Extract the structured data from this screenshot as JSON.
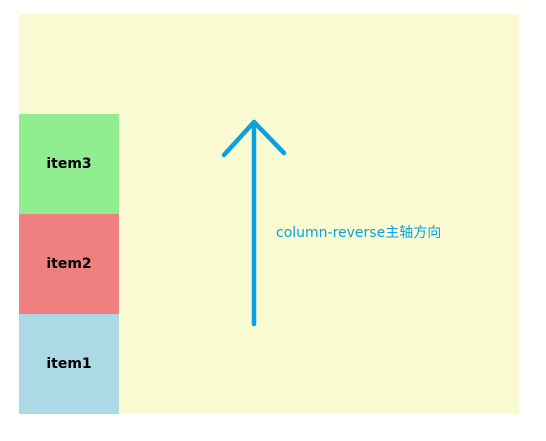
{
  "colors": {
    "container_bg": "#fafad2",
    "item1_bg": "#add8e6",
    "item2_bg": "#f08080",
    "item3_bg": "#90ee90",
    "accent": "#0ca0de"
  },
  "container": {
    "items": [
      {
        "label": "item1"
      },
      {
        "label": "item2"
      },
      {
        "label": "item3"
      }
    ]
  },
  "annotation": {
    "direction_label": "column-reverse主轴方向",
    "arrow_direction": "up",
    "arrow_icon": "arrow-up-icon"
  }
}
